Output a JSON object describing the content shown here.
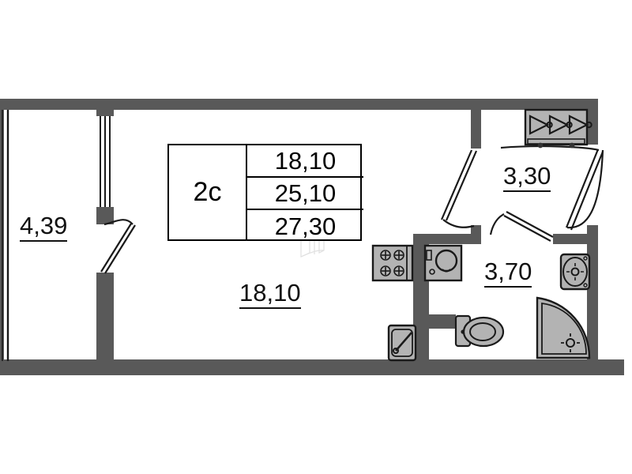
{
  "document": {
    "type": "apartment-floor-plan",
    "background_color": "#ffffff"
  },
  "info_table": {
    "rooms_label": "2c",
    "rows": [
      {
        "name": "living-area",
        "value": "18,10"
      },
      {
        "name": "area-without-balcony",
        "value": "25,10"
      },
      {
        "name": "total-area",
        "value": "27,30"
      }
    ]
  },
  "rooms": [
    {
      "key": "balcony",
      "label": "4,39",
      "name": "balcony-area-label"
    },
    {
      "key": "main_room",
      "label": "18,10",
      "name": "main-room-area-label"
    },
    {
      "key": "hallway",
      "label": "3,30",
      "name": "hallway-area-label"
    },
    {
      "key": "bathroom",
      "label": "3,70",
      "name": "bathroom-area-label"
    }
  ],
  "fixtures": [
    {
      "name": "stove-icon",
      "room": "kitchen-zone"
    },
    {
      "name": "washing-machine-icon",
      "room": "kitchen-zone"
    },
    {
      "name": "sink-icon",
      "room": "kitchen-zone"
    },
    {
      "name": "toilet-icon",
      "room": "bathroom"
    },
    {
      "name": "washbasin-icon",
      "room": "bathroom"
    },
    {
      "name": "shower-enclosure-icon",
      "room": "bathroom"
    },
    {
      "name": "wardrobe-icon",
      "room": "hallway"
    }
  ],
  "openings": [
    {
      "name": "balcony-door",
      "type": "swing-door"
    },
    {
      "name": "balcony-window",
      "type": "window"
    },
    {
      "name": "hallway-room-door",
      "type": "swing-door"
    },
    {
      "name": "bathroom-door",
      "type": "swing-door"
    },
    {
      "name": "entrance-door",
      "type": "swing-door"
    }
  ],
  "colors": {
    "wall": "#595959",
    "fixture_fill": "#b3b3b3",
    "fixture_stroke": "#1a1a1a",
    "text": "#111111",
    "table_border": "#000000"
  }
}
